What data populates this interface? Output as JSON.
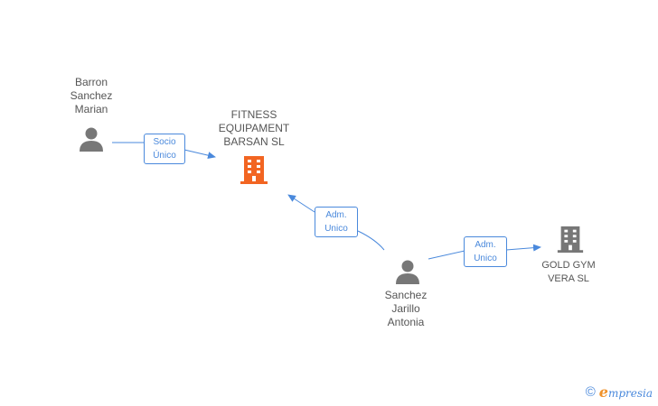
{
  "nodes": {
    "barron": {
      "lines": [
        "Barron",
        "Sanchez",
        "Marian"
      ],
      "icon": "person-icon"
    },
    "fitness": {
      "lines": [
        "FITNESS",
        "EQUIPAMENT",
        "BARSAN SL"
      ],
      "icon": "building-icon",
      "color": "#f26522"
    },
    "sanchez": {
      "lines": [
        "Sanchez",
        "Jarillo",
        "Antonia"
      ],
      "icon": "person-icon"
    },
    "goldgym": {
      "lines": [
        "GOLD GYM",
        "VERA SL"
      ],
      "icon": "building-icon",
      "color": "#777777"
    }
  },
  "edges": {
    "socio": {
      "lines": [
        "Socio",
        "Único"
      ]
    },
    "adm1": {
      "lines": [
        "Adm.",
        "Unico"
      ]
    },
    "adm2": {
      "lines": [
        "Adm.",
        "Unico"
      ]
    }
  },
  "colors": {
    "edge": "#4a89dc",
    "person": "#777777",
    "text": "#555555"
  },
  "brand": {
    "symbol": "©",
    "initial": "e",
    "rest": "mpresia"
  }
}
